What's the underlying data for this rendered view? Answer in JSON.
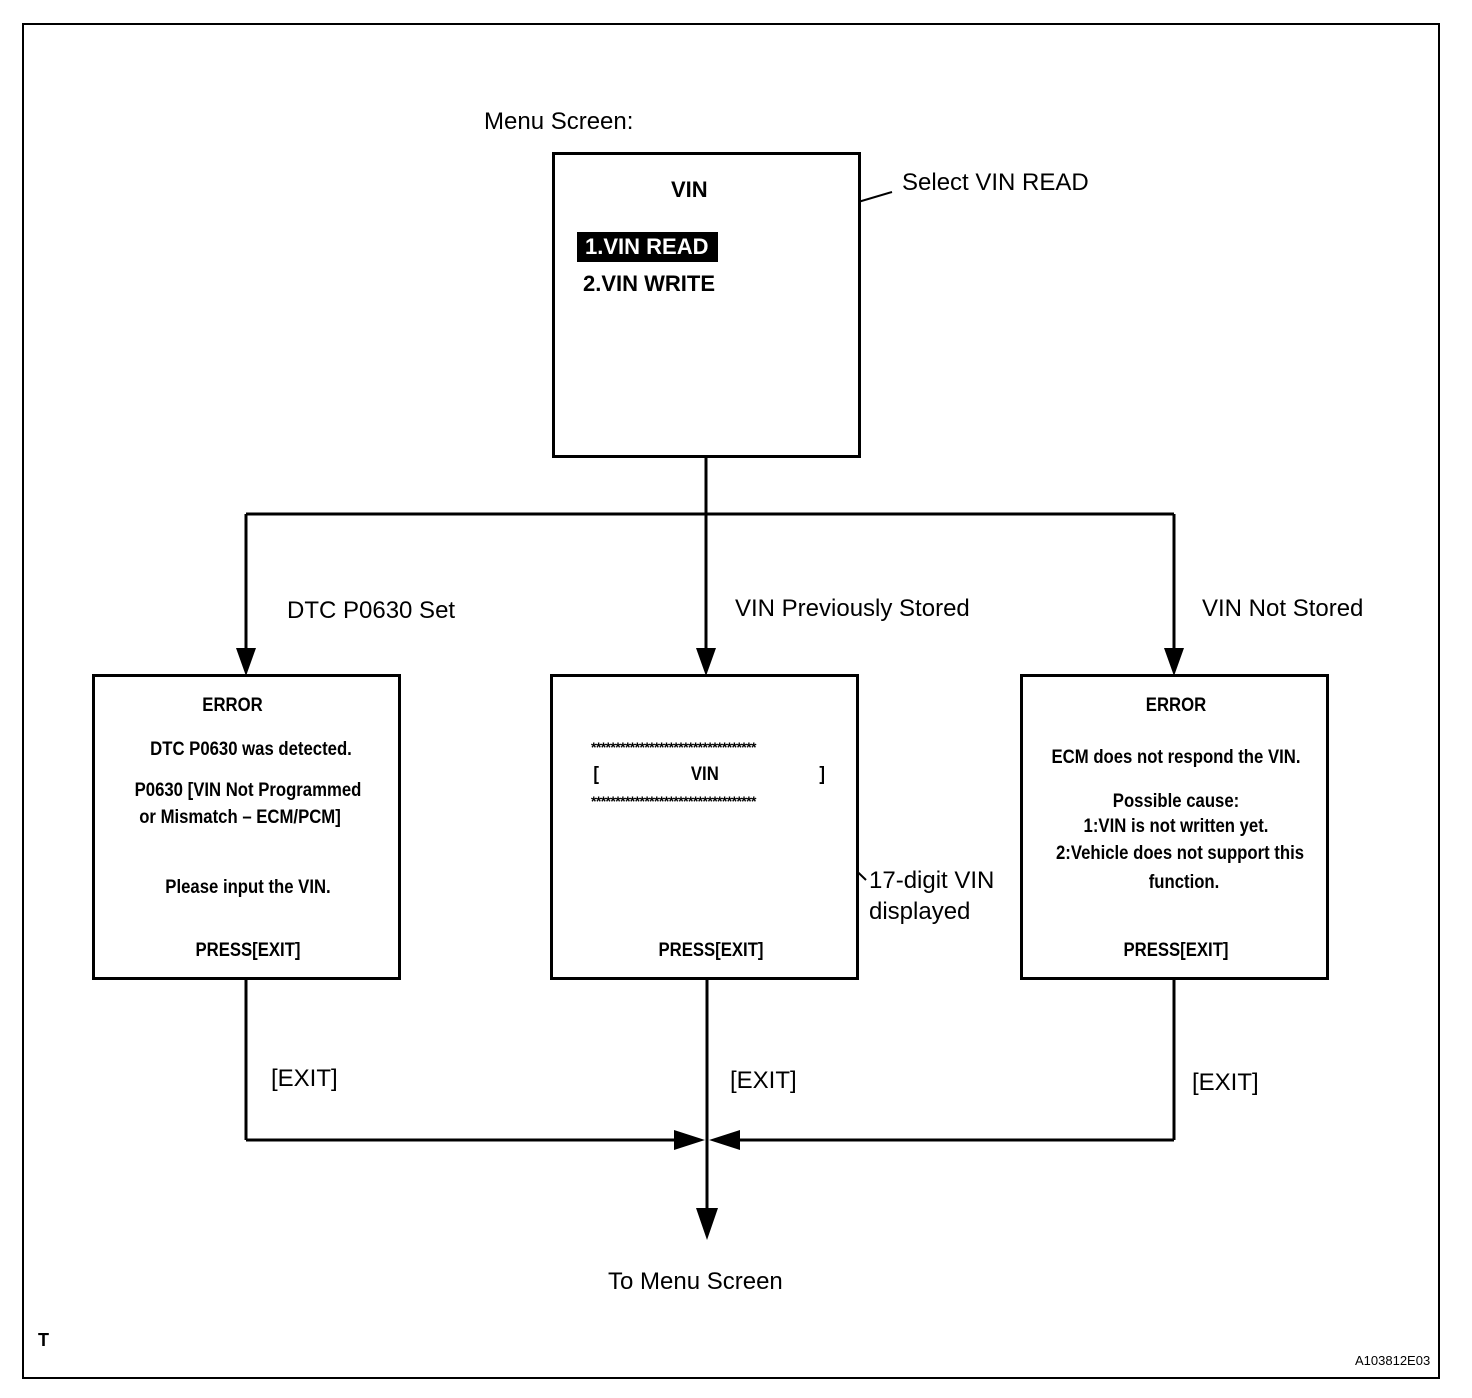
{
  "menu_screen_label": "Menu Screen:",
  "menu": {
    "title": "VIN",
    "item1": "1.VIN READ",
    "item2": "2.VIN WRITE"
  },
  "callout_select": "Select VIN READ",
  "branches": {
    "left": "DTC P0630 Set",
    "middle": "VIN Previously Stored",
    "right": "VIN Not Stored"
  },
  "error_left": {
    "title": "ERROR",
    "line1": "DTC P0630 was detected.",
    "line2": "P0630  [VIN Not Programmed",
    "line3": "or Mismatch – ECM/PCM]",
    "line4": "Please input the VIN.",
    "footer": "PRESS[EXIT]"
  },
  "vin_screen": {
    "stars_top": "**********************************",
    "bracket_open": "[",
    "vin": "VIN",
    "bracket_close": "]",
    "stars_bottom": "**********************************",
    "footer": "PRESS[EXIT]"
  },
  "callout_vin": {
    "line1": "17-digit VIN",
    "line2": "displayed"
  },
  "error_right": {
    "title": "ERROR",
    "line1": "ECM does not respond the VIN.",
    "line2": "Possible cause:",
    "line3": "1:VIN is not written yet.",
    "line4": "2:Vehicle does not support this",
    "line5": "function.",
    "footer": "PRESS[EXIT]"
  },
  "exit_labels": {
    "left": "[EXIT]",
    "middle": "[EXIT]",
    "right": "[EXIT]"
  },
  "to_menu": "To Menu Screen",
  "corner_mark": "T",
  "figure_id": "A103812E03"
}
